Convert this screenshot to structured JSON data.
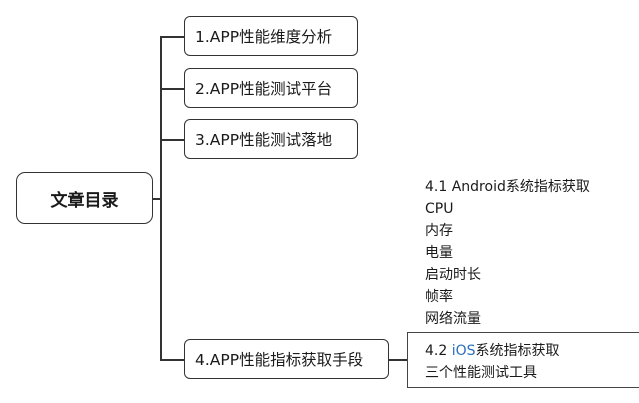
{
  "root": {
    "label": "文章目录"
  },
  "branches": [
    {
      "label": "1.APP性能维度分析"
    },
    {
      "label": "2.APP性能测试平台"
    },
    {
      "label": "3.APP性能测试落地"
    },
    {
      "label": "4.APP性能指标获取手段"
    }
  ],
  "android": {
    "heading": "4.1 Android系统指标获取",
    "items": [
      "CPU",
      "内存",
      "电量",
      "启动时长",
      "帧率",
      "网络流量"
    ]
  },
  "ios": {
    "prefix": "4.2 ",
    "os": "iOS",
    "suffix": "系统指标获取",
    "tools": "三个性能测试工具"
  }
}
